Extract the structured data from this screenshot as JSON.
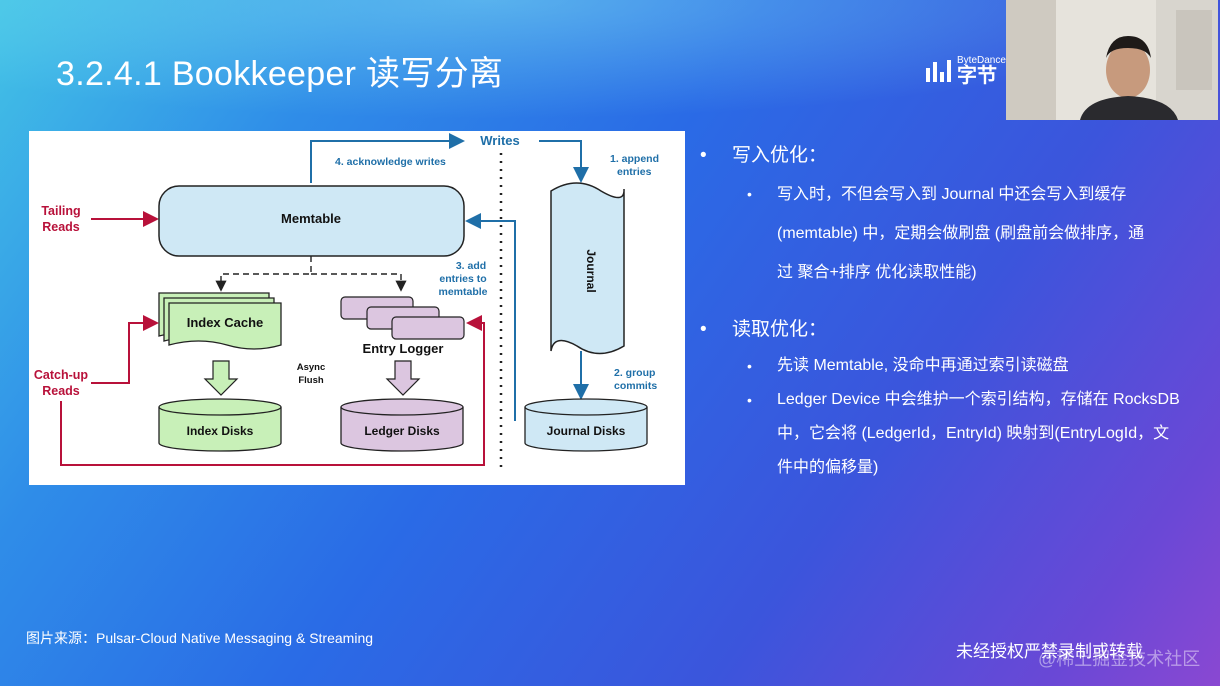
{
  "slide": {
    "title": "3.2.4.1 Bookkeeper 读写分离",
    "logo_en": "ByteDance",
    "logo_cn": "字节",
    "source": "图片来源：Pulsar-Cloud Native Messaging & Streaming",
    "notice": "未经授权严禁录制或转载",
    "watermark": "@稀土掘金技术社区"
  },
  "diagram": {
    "writes": "Writes",
    "ack": "4. acknowledge writes",
    "append": [
      "1. append",
      "entries"
    ],
    "tailing": [
      "Tailing",
      "Reads"
    ],
    "memtable": "Memtable",
    "journal": "Journal",
    "add": [
      "3. add",
      "entries to",
      "memtable"
    ],
    "index_cache": "Index Cache",
    "entry_logger": "Entry Logger",
    "async": [
      "Async",
      "Flush"
    ],
    "catchup": [
      "Catch-up",
      "Reads"
    ],
    "group": [
      "2. group",
      "commits"
    ],
    "index_disks": "Index Disks",
    "ledger_disks": "Ledger Disks",
    "journal_disks": "Journal Disks"
  },
  "bullets": {
    "write_head": "写入优化：",
    "write_items": [
      "写入时，不但会写入到 Journal 中还会写入到缓存",
      "(memtable) 中，定期会做刷盘 (刷盘前会做排序，通",
      "过 聚合+排序 优化读取性能)"
    ],
    "read_head": "读取优化：",
    "read_items": [
      "先读 Memtable, 没命中再通过索引读磁盘",
      "Ledger Device 中会维护一个索引结构，存储在 RocksDB",
      "中，它会将 (LedgerId，EntryId) 映射到(EntryLogId，文",
      "件中的偏移量)"
    ]
  },
  "colors": {
    "blue_arrow": "#1f6fa8",
    "red_arrow": "#b8113a",
    "memtable_fill": "#cfe8f5",
    "green_fill": "#c8f0b8",
    "purple_fill": "#dcc6e0"
  }
}
